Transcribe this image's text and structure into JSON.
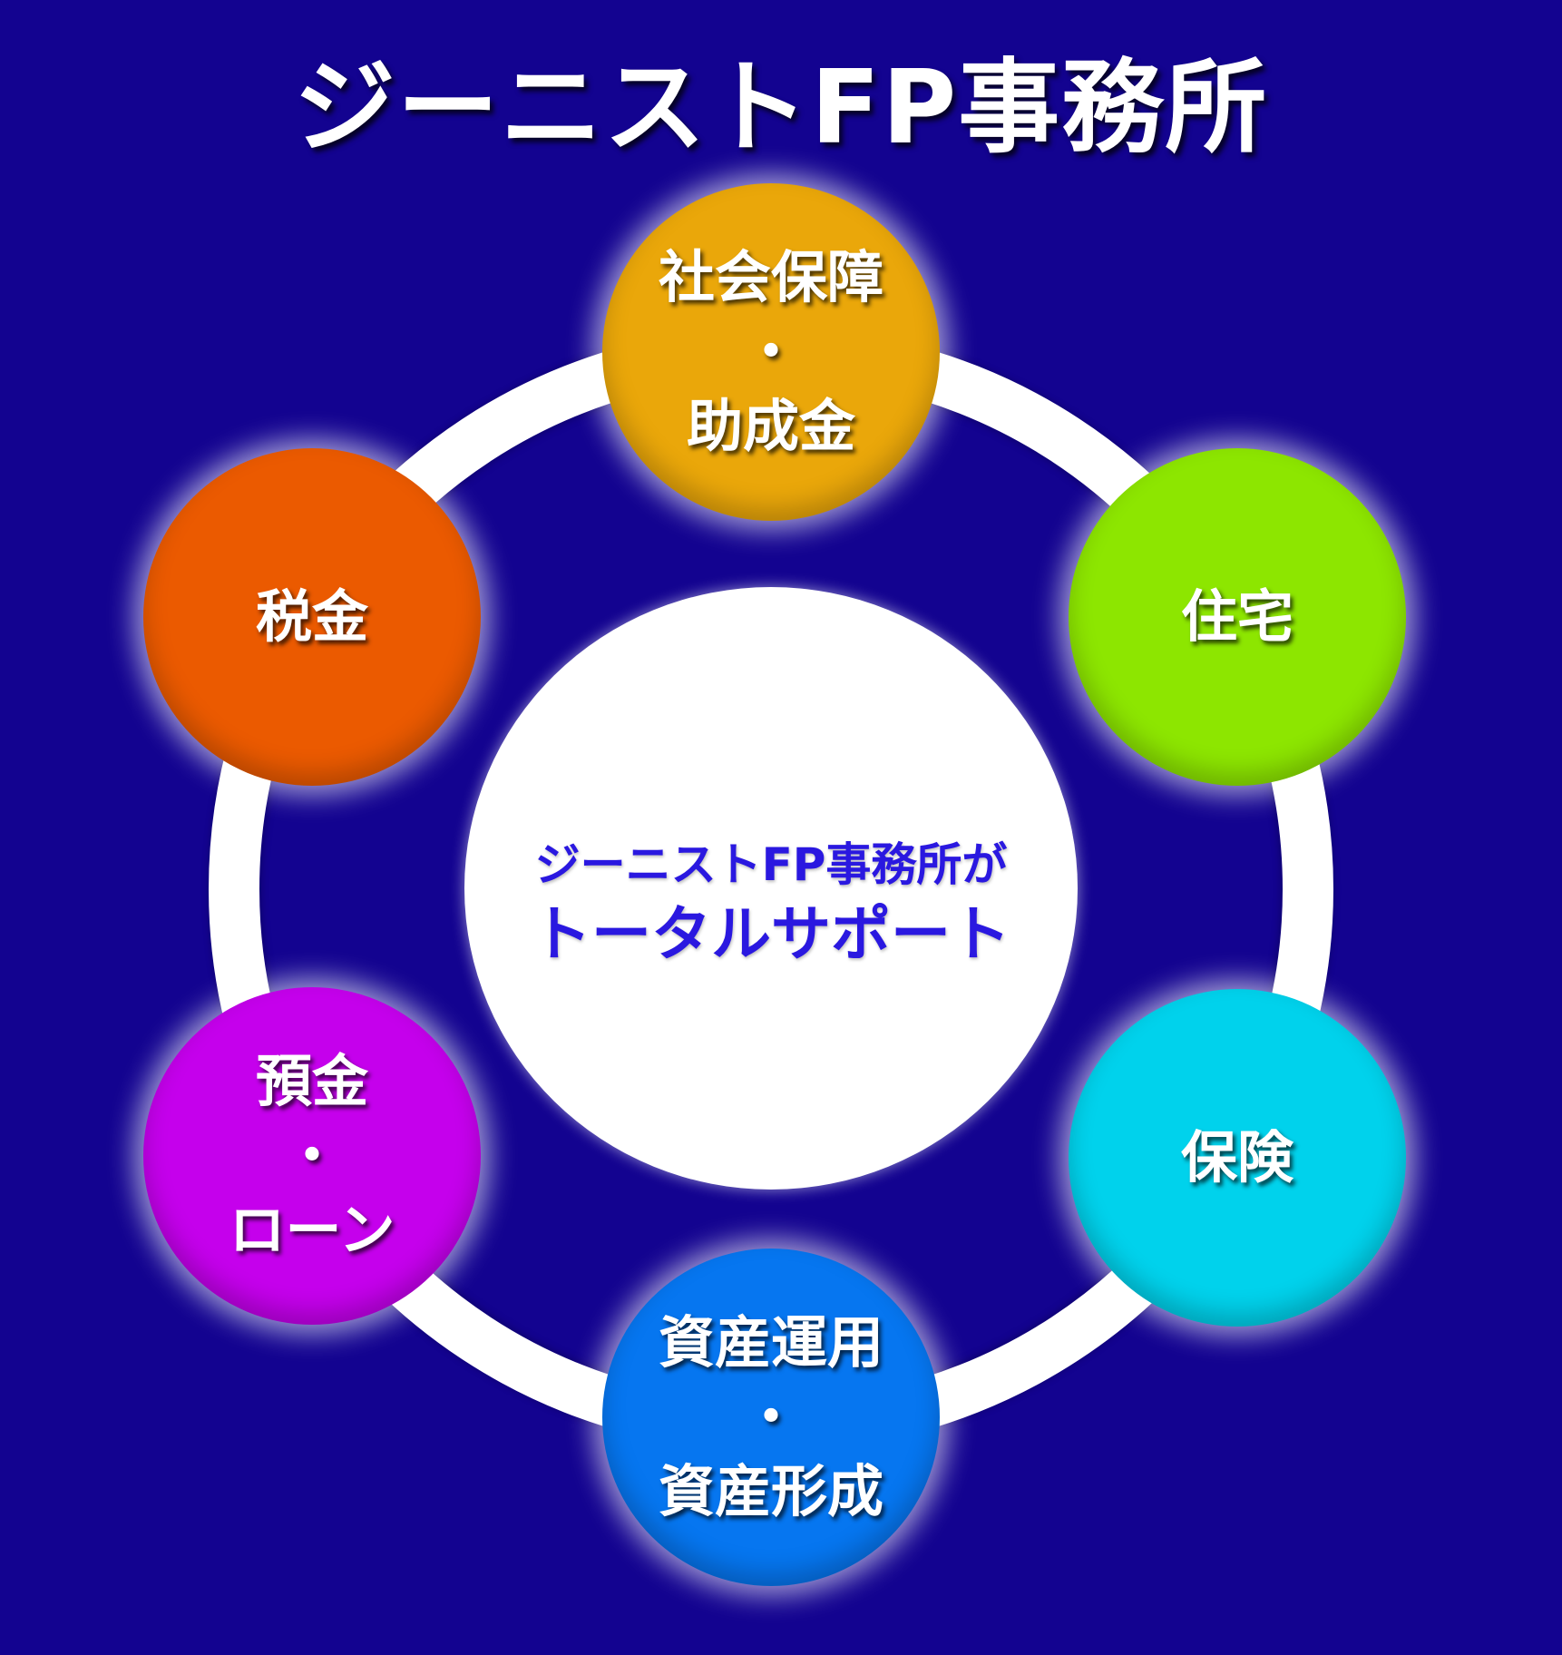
{
  "title": "ジーニストFP事務所",
  "center": {
    "line1": "ジーニストFP事務所が",
    "line2": "トータルサポート"
  },
  "nodes": {
    "top": {
      "line1": "社会保障",
      "dot": "・",
      "line2": "助成金",
      "color": "#eaa70a"
    },
    "right": {
      "label": "住宅",
      "color": "#8de600"
    },
    "right_bottom": {
      "label": "保険",
      "color": "#00d2ec"
    },
    "bottom": {
      "line1": "資産運用",
      "dot": "・",
      "line2": "資産形成",
      "color": "#0676f0"
    },
    "left_bottom": {
      "line1": "預金",
      "dot": "・",
      "line2": "ローン",
      "color": "#c500ec"
    },
    "left": {
      "label": "税金",
      "color": "#eb5a00"
    }
  },
  "colors": {
    "background": "#130390",
    "ring": "#ffffff",
    "center_text": "#2a18e0"
  }
}
